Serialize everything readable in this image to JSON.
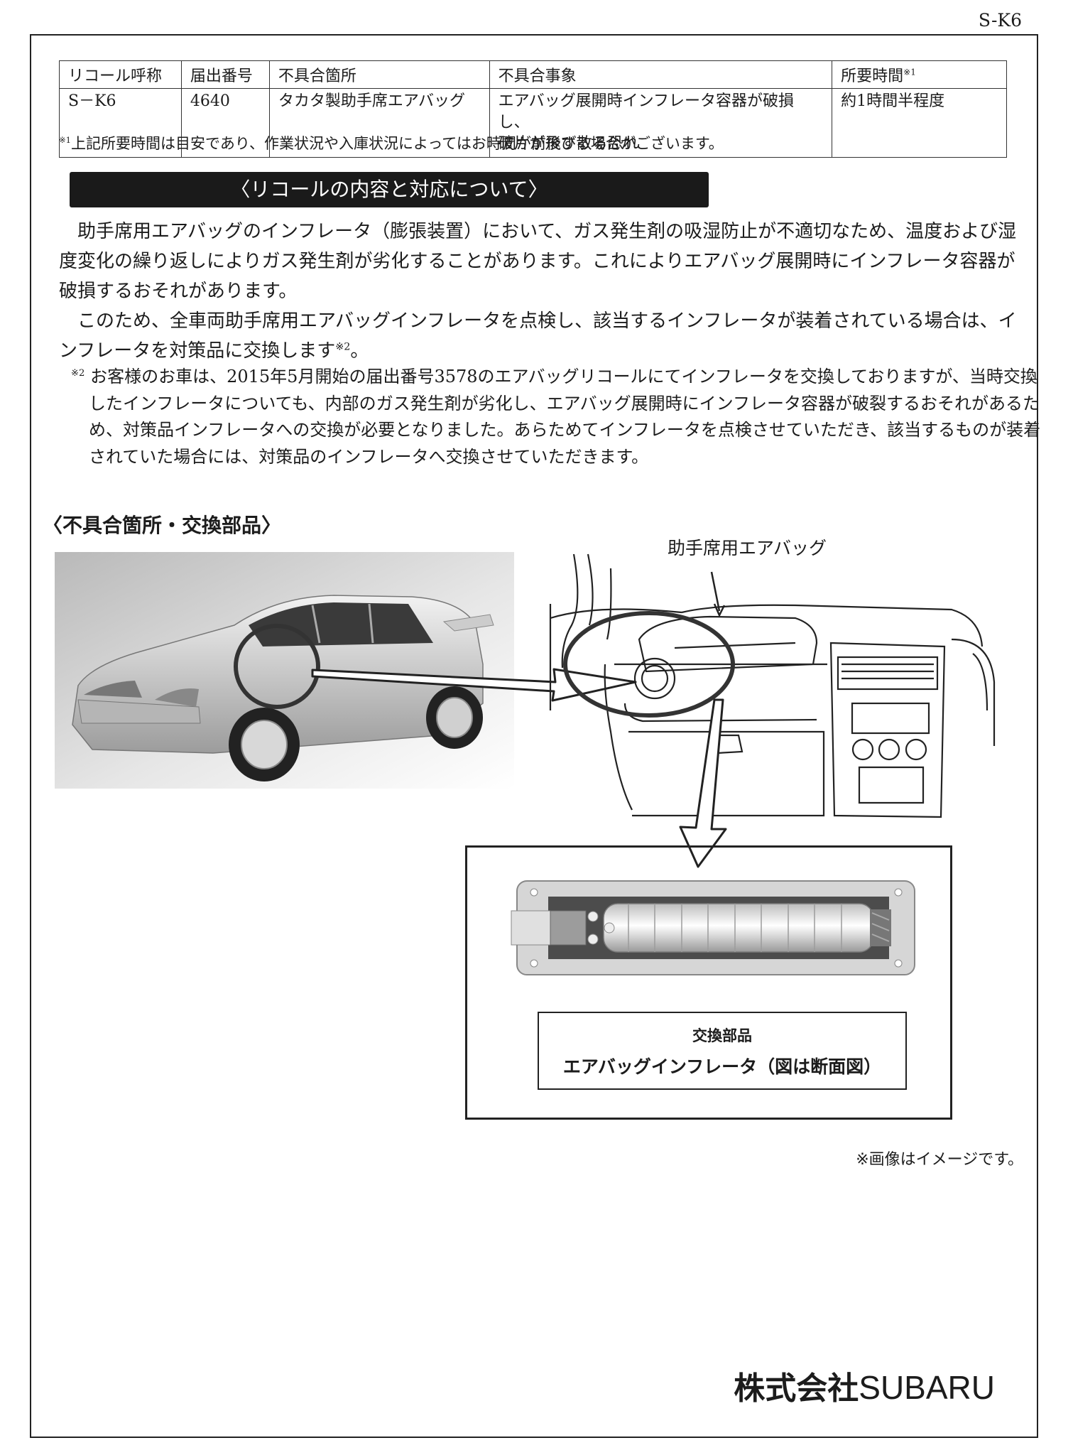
{
  "page_code": "S-K6",
  "table": {
    "headers": [
      "リコール呼称",
      "届出番号",
      "不具合箇所",
      "不具合事象",
      "所要時間"
    ],
    "header_note_mark": "※1",
    "row": {
      "name": "S－K6",
      "number": "4640",
      "location": "タカタ製助手席エアバッグ",
      "issue_line1": "エアバッグ展開時インフレータ容器が破損し、",
      "issue_line2": "破片が飛び散る恐れ",
      "time": "約1時間半程度"
    }
  },
  "footnote1": {
    "mark": "※1",
    "text": "上記所要時間は目安であり、作業状況や入庫状況によってはお時間が前後する場合がございます。"
  },
  "banner": "〈リコールの内容と対応について〉",
  "body": {
    "p1": "助手席用エアバッグのインフレータ（膨張装置）において、ガス発生剤の吸湿防止が不適切なため、温度および湿度変化の繰り返しによりガス発生剤が劣化することがあります。これによりエアバッグ展開時にインフレータ容器が破損するおそれがあります。",
    "p2": "このため、全車両助手席用エアバッグインフレータを点検し、該当するインフレータが装着されている場合は、インフレータを対策品に交換します",
    "p2_mark": "※2",
    "p2_end": "。"
  },
  "note2": {
    "mark": "※2",
    "text": "お客様のお車は、2015年5月開始の届出番号3578のエアバッグリコールにてインフレータを交換しておりますが、当時交換したインフレータについても、内部のガス発生剤が劣化し、エアバッグ展開時にインフレータ容器が破裂するおそれがあるため、対策品インフレータへの交換が必要となりました。あらためてインフレータを点検させていただき、該当するものが装着されていた場合には、対策品のインフレータへ交換させていただきます。"
  },
  "section_title": "〈不具合箇所・交換部品〉",
  "airbag_label": "助手席用エアバッグ",
  "part_box": {
    "line1": "交換部品",
    "line2": "エアバッグインフレータ（図は断面図）"
  },
  "image_note": "※画像はイメージです。",
  "company": {
    "prefix": "株式会社",
    "brand": "SUBARU"
  }
}
